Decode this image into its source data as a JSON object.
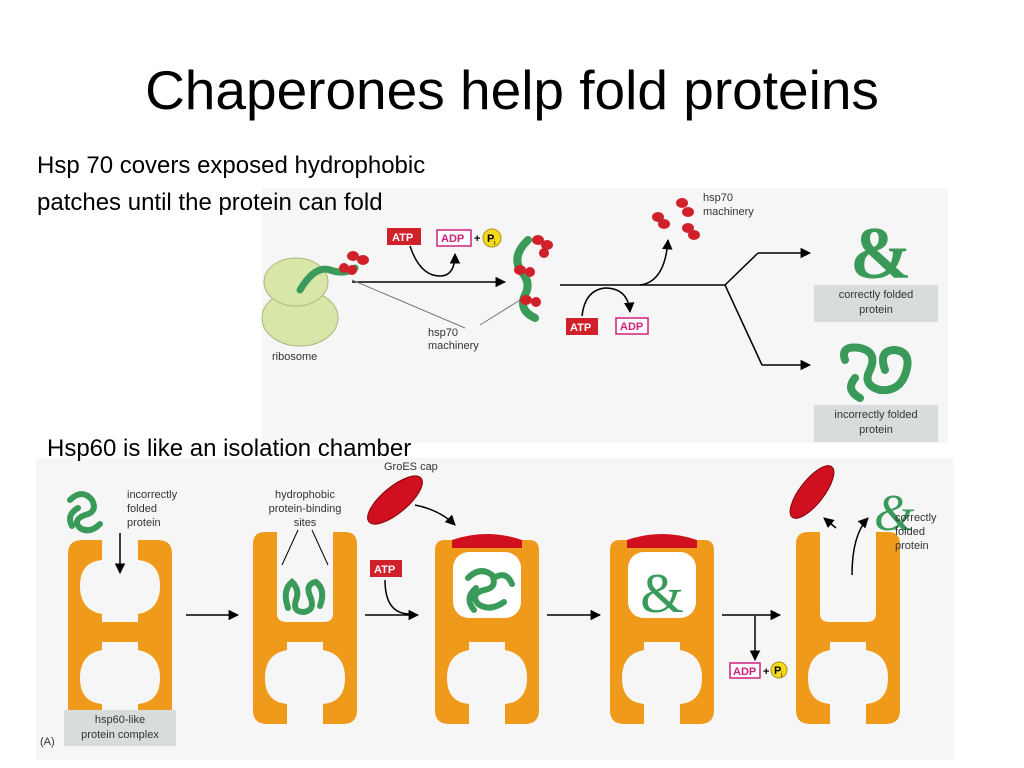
{
  "slide": {
    "title": "Chaperones help fold proteins",
    "bullet1": "Hsp 70 covers exposed hydrophobic patches until the protein can fold",
    "bullet2": "Hsp60 is like an isolation chamber"
  },
  "top_figure": {
    "ribosome": "ribosome",
    "atp": "ATP",
    "adp": "ADP",
    "plus": "+",
    "pi": "P",
    "pi_sub": "i",
    "hsp70_a": "hsp70",
    "machinery_a": "machinery",
    "hsp70_b": "hsp70",
    "machinery_b": "machinery",
    "atp2": "ATP",
    "adp2": "ADP",
    "correct_1": "correctly folded",
    "correct_2": "protein",
    "incorrect_1": "incorrectly folded",
    "incorrect_2": "protein",
    "folded_glyph": "&"
  },
  "bottom_figure": {
    "incorrect_1": "incorrectly",
    "incorrect_2": "folded",
    "incorrect_3": "protein",
    "hydro_1": "hydrophobic",
    "hydro_2": "protein-binding",
    "hydro_3": "sites",
    "groes": "GroES cap",
    "atp": "ATP",
    "adp": "ADP",
    "plus": "+",
    "pi": "P",
    "pi_sub": "i",
    "correct_1": "correctly",
    "correct_2": "folded",
    "correct_3": "protein",
    "complex_1": "hsp60-like",
    "complex_2": "protein complex",
    "panel": "(A)",
    "folded_glyph": "&"
  },
  "colors": {
    "protein_green": "#3a9a5a",
    "hsp70_red": "#d0202a",
    "chaperonin_orange": "#f09a1c",
    "cap_red": "#d0101e",
    "ribosome": "#d8e6a8",
    "label_box": "#d8dcdc",
    "pi_yellow": "#f4dc1c",
    "adp_magenta": "#d0207a"
  }
}
